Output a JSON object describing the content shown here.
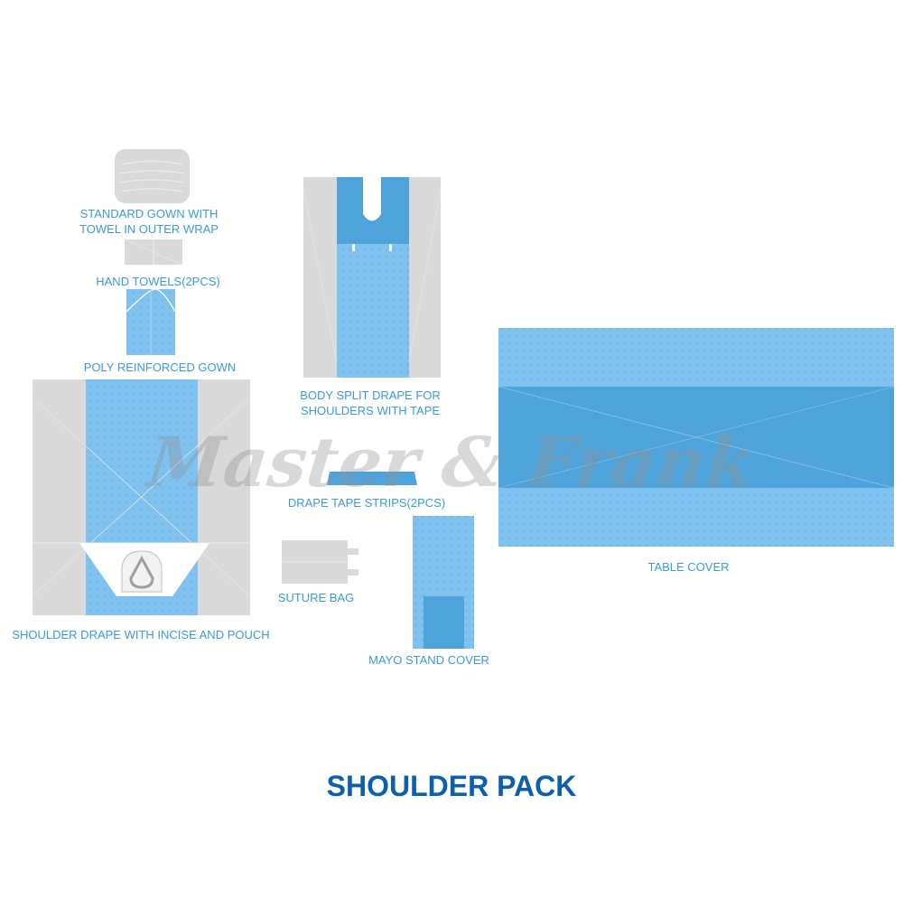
{
  "colors": {
    "grey": "#d9d9d9",
    "blue": "#7fc2ef",
    "blue_dark": "#4fa3db",
    "label": "#3a9ad9",
    "title": "#0b5fae",
    "watermark": "#8e8e8e"
  },
  "items": {
    "gown_outer_wrap": "STANDARD GOWN WITH\nTOWEL IN OUTER WRAP",
    "hand_towels": "HAND TOWELS(2PCS)",
    "poly_gown": "POLY REINFORCED  GOWN",
    "shoulder_drape": "SHOULDER DRAPE WITH INCISE AND POUCH",
    "body_split": "BODY SPLIT DRAPE FOR\nSHOULDERS WITH TAPE",
    "tape_strips": "DRAPE TAPE STRIPS(2PCS)",
    "suture_bag": "SUTURE BAG",
    "mayo_cover": "MAYO STAND COVER",
    "table_cover": "TABLE COVER"
  },
  "watermark_text": "Master & Frank",
  "title": "SHOULDER PACK"
}
